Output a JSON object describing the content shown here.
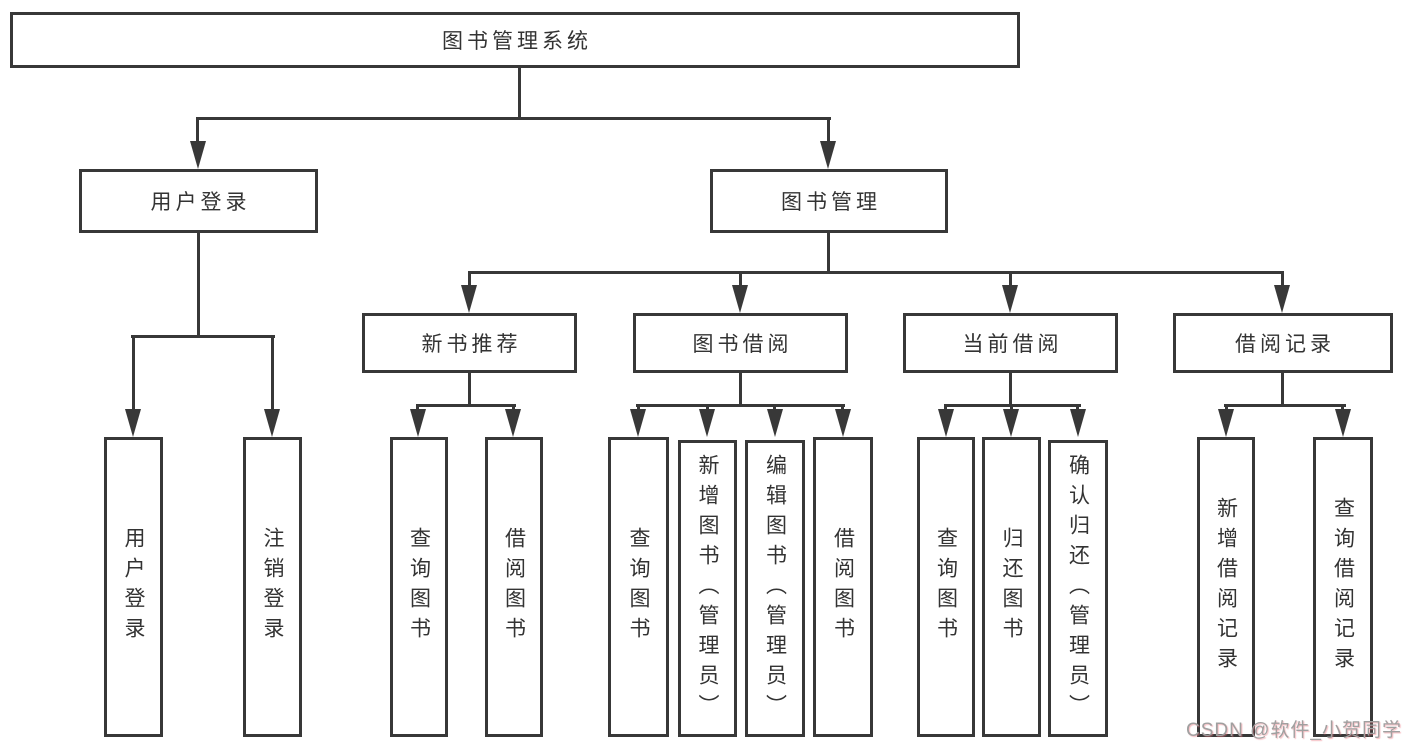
{
  "colors": {
    "line": "#383838",
    "text": "#333333",
    "background": "#ffffff",
    "watermark": "#a0a0a0"
  },
  "tree": {
    "label": "图书管理系统",
    "children": [
      {
        "label": "用户登录",
        "children": [
          {
            "label": "用户登录"
          },
          {
            "label": "注销登录"
          }
        ]
      },
      {
        "label": "图书管理",
        "children": [
          {
            "label": "新书推荐",
            "children": [
              {
                "label": "查询图书"
              },
              {
                "label": "借阅图书"
              }
            ]
          },
          {
            "label": "图书借阅",
            "children": [
              {
                "label": "查询图书"
              },
              {
                "label": "新增图书（管理员）"
              },
              {
                "label": "编辑图书（管理员）"
              },
              {
                "label": "借阅图书"
              }
            ]
          },
          {
            "label": "当前借阅",
            "children": [
              {
                "label": "查询图书"
              },
              {
                "label": "归还图书"
              },
              {
                "label": "确认归还（管理员）"
              }
            ]
          },
          {
            "label": "借阅记录",
            "children": [
              {
                "label": "新增借阅记录"
              },
              {
                "label": "查询借阅记录"
              }
            ]
          }
        ]
      }
    ]
  },
  "watermark": {
    "text": "CSDN @软件_小贺同学"
  }
}
